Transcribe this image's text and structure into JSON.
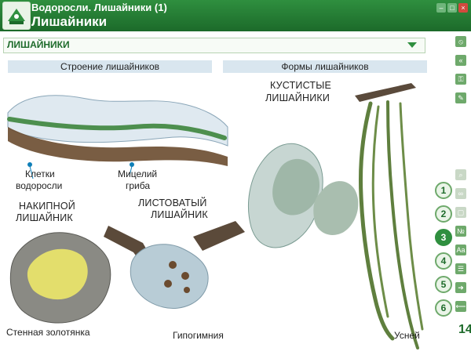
{
  "window": {
    "title_line1": "Водоросли. Лишайники (1)",
    "title_line2": "Лишайники",
    "controls": [
      "–",
      "□",
      "×"
    ]
  },
  "dropdown": {
    "value": "ЛИШАЙНИКИ"
  },
  "sections": {
    "structure_title": "Строение лишайников",
    "forms_title": "Формы лишайников"
  },
  "labels": {
    "algae_cells": [
      "Клетки",
      "водоросли"
    ],
    "fungus_mycelium": [
      "Мицелий",
      "гриба"
    ],
    "crustose": [
      "НАКИПНОЙ",
      "ЛИШАЙНИК"
    ],
    "foliose": [
      "ЛИСТОВАТЫЙ",
      "ЛИШАЙНИК"
    ],
    "fruticose": [
      "КУСТИСТЫЕ",
      "ЛИШАЙНИКИ"
    ],
    "crustose_example": "Стенная золотянка",
    "foliose_example": "Гипогимния",
    "fruticose_example": "Усней"
  },
  "sidebar": {
    "steps": [
      "1",
      "2",
      "3",
      "4",
      "5",
      "6"
    ],
    "active_step": "3",
    "page_number": "14",
    "tools": [
      {
        "icon": "no-sign-icon"
      },
      {
        "icon": "back-double-icon"
      },
      {
        "icon": "key-icon"
      },
      {
        "icon": "pencil-icon"
      },
      {
        "icon": "zoom-icon"
      },
      {
        "icon": "link-icon"
      },
      {
        "icon": "box-icon"
      },
      {
        "icon": "number-icon",
        "label": "№"
      },
      {
        "icon": "text-icon",
        "label": "Aa"
      },
      {
        "icon": "list-icon"
      },
      {
        "icon": "arrow-right-icon"
      },
      {
        "icon": "arrow-left-icon"
      }
    ]
  }
}
